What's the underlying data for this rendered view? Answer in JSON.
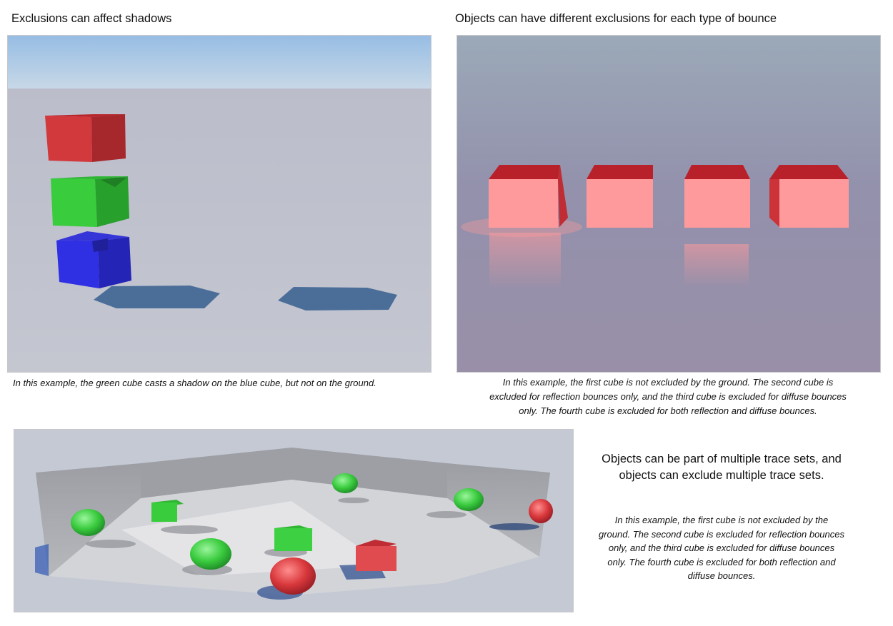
{
  "sections": [
    {
      "title": "Exclusions can affect shadows",
      "caption": "In this example, the green cube casts a shadow on the blue cube, but not on the ground.",
      "image": {
        "description_icon": "shadow-exclusion-render",
        "colors": {
          "sky": "#9dbfe2",
          "ground": "#bfc2cd",
          "red": "#d0383b",
          "green": "#38c83c",
          "blue": "#2b2bdf",
          "shadow": "#4b6e99"
        }
      }
    },
    {
      "title": "Objects can have different exclusions for each type of bounce",
      "caption_lines": [
        "In this example, the first cube is not excluded by the ground. The second cube is",
        "excluded for reflection bounces only, and the third cube is excluded for diffuse bounces",
        "only. The fourth cube is excluded for both reflection and diffuse bounces."
      ],
      "image": {
        "description_icon": "bounce-exclusion-render",
        "colors": {
          "bg_top": "#9aa8b8",
          "bg_bottom": "#998ea8",
          "cube_face": "#ff9a9c",
          "cube_top": "#b9212a"
        }
      }
    },
    {
      "title_lines": [
        "Objects can be part of multiple trace sets, and",
        "objects can exclude multiple trace sets."
      ],
      "caption_lines": [
        "In this example, the first cube is not excluded by the",
        "ground. The second cube is excluded for reflection bounces",
        "only, and the third cube is excluded for diffuse bounces",
        "only. The fourth cube is excluded for both reflection and",
        "diffuse bounces."
      ],
      "image": {
        "description_icon": "trace-set-render",
        "colors": {
          "bg": "#c5c9d4",
          "wall": "#a6a8ad",
          "floor": "#d5d6da",
          "green": "#38c83c",
          "red": "#d8383c"
        }
      }
    }
  ]
}
